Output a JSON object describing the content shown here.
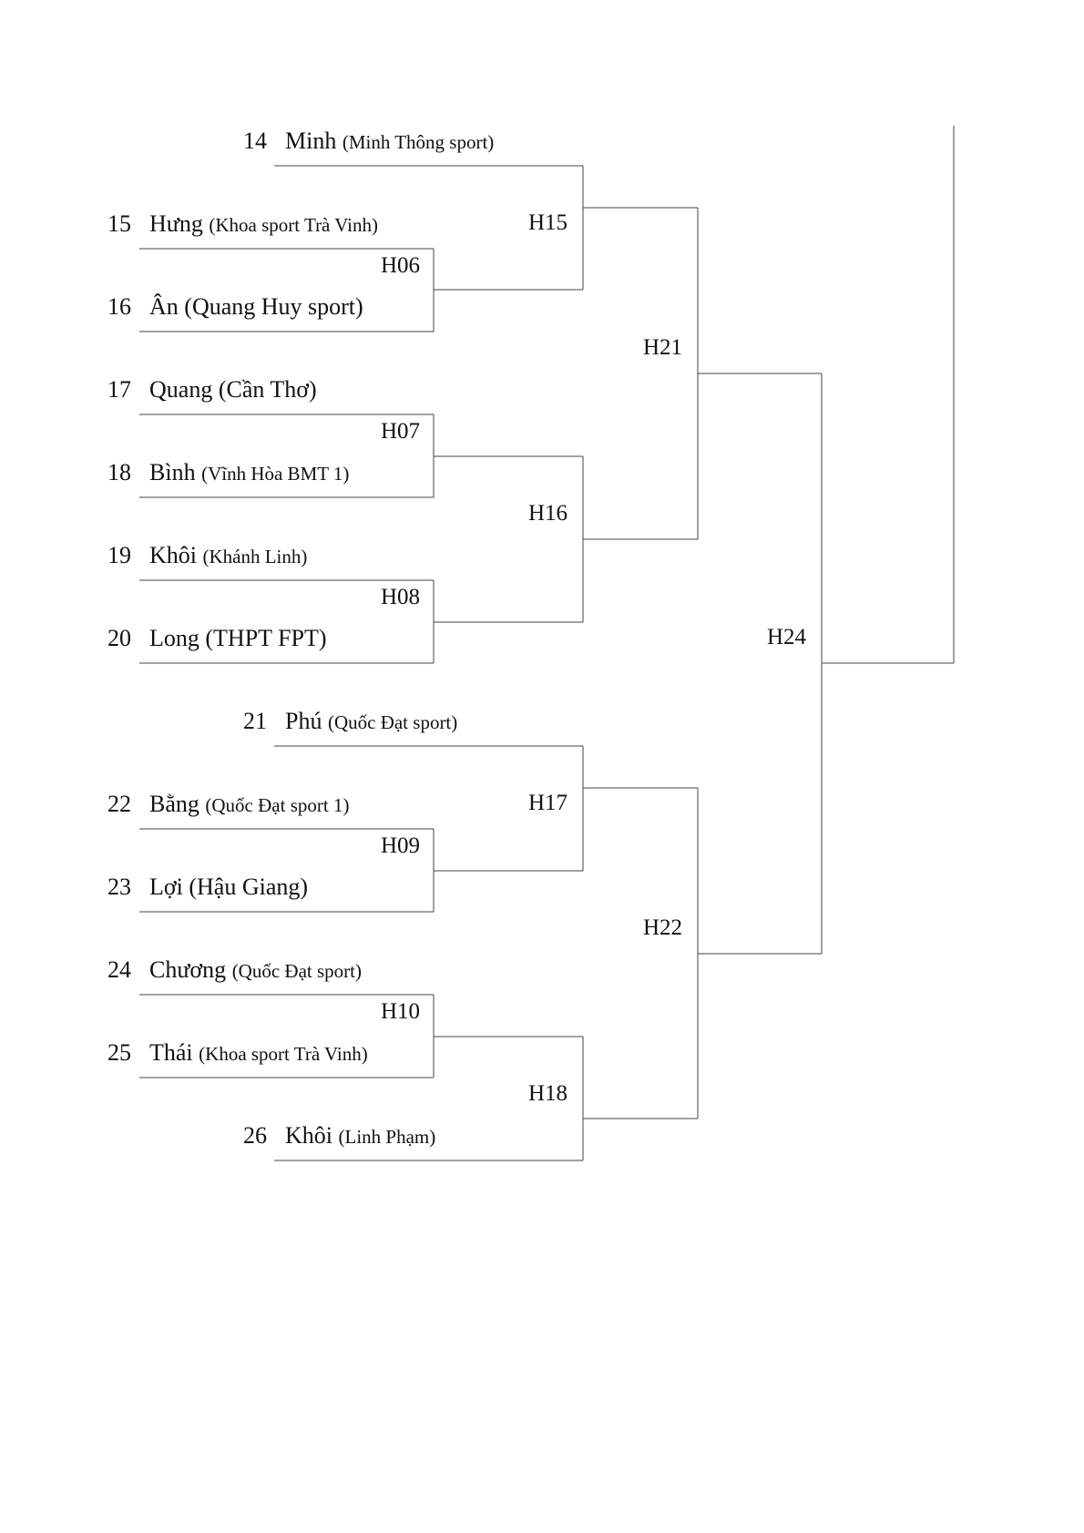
{
  "players": [
    {
      "seed": "14",
      "name": "Minh",
      "club": "(Minh Thông sport)",
      "big_club": false
    },
    {
      "seed": "15",
      "name": "Hưng",
      "club": "(Khoa sport Trà Vinh)",
      "big_club": false
    },
    {
      "seed": "16",
      "name": "Ân",
      "club": "(Quang Huy sport)",
      "big_club": true
    },
    {
      "seed": "17",
      "name": "Quang",
      "club": "(Cần Thơ)",
      "big_club": true
    },
    {
      "seed": "18",
      "name": "Bình",
      "club": "(Vĩnh Hòa BMT 1)",
      "big_club": false
    },
    {
      "seed": "19",
      "name": "Khôi",
      "club": "(Khánh Linh)",
      "big_club": false
    },
    {
      "seed": "20",
      "name": "Long",
      "club": "(THPT FPT)",
      "big_club": true
    },
    {
      "seed": "21",
      "name": "Phú",
      "club": "(Quốc Đạt sport)",
      "big_club": false
    },
    {
      "seed": "22",
      "name": "Bằng",
      "club": "(Quốc Đạt sport 1)",
      "big_club": false
    },
    {
      "seed": "23",
      "name": "Lợi",
      "club": "(Hậu Giang)",
      "big_club": true
    },
    {
      "seed": "24",
      "name": "Chương",
      "club": "(Quốc Đạt sport)",
      "big_club": false
    },
    {
      "seed": "25",
      "name": "Thái",
      "club": "(Khoa sport Trà Vinh)",
      "big_club": false
    },
    {
      "seed": "26",
      "name": "Khôi",
      "club": "(Linh Phạm)",
      "big_club": false
    }
  ],
  "matches": [
    "H06",
    "H07",
    "H08",
    "H09",
    "H10",
    "H15",
    "H16",
    "H17",
    "H18",
    "H21",
    "H22",
    "H24"
  ]
}
